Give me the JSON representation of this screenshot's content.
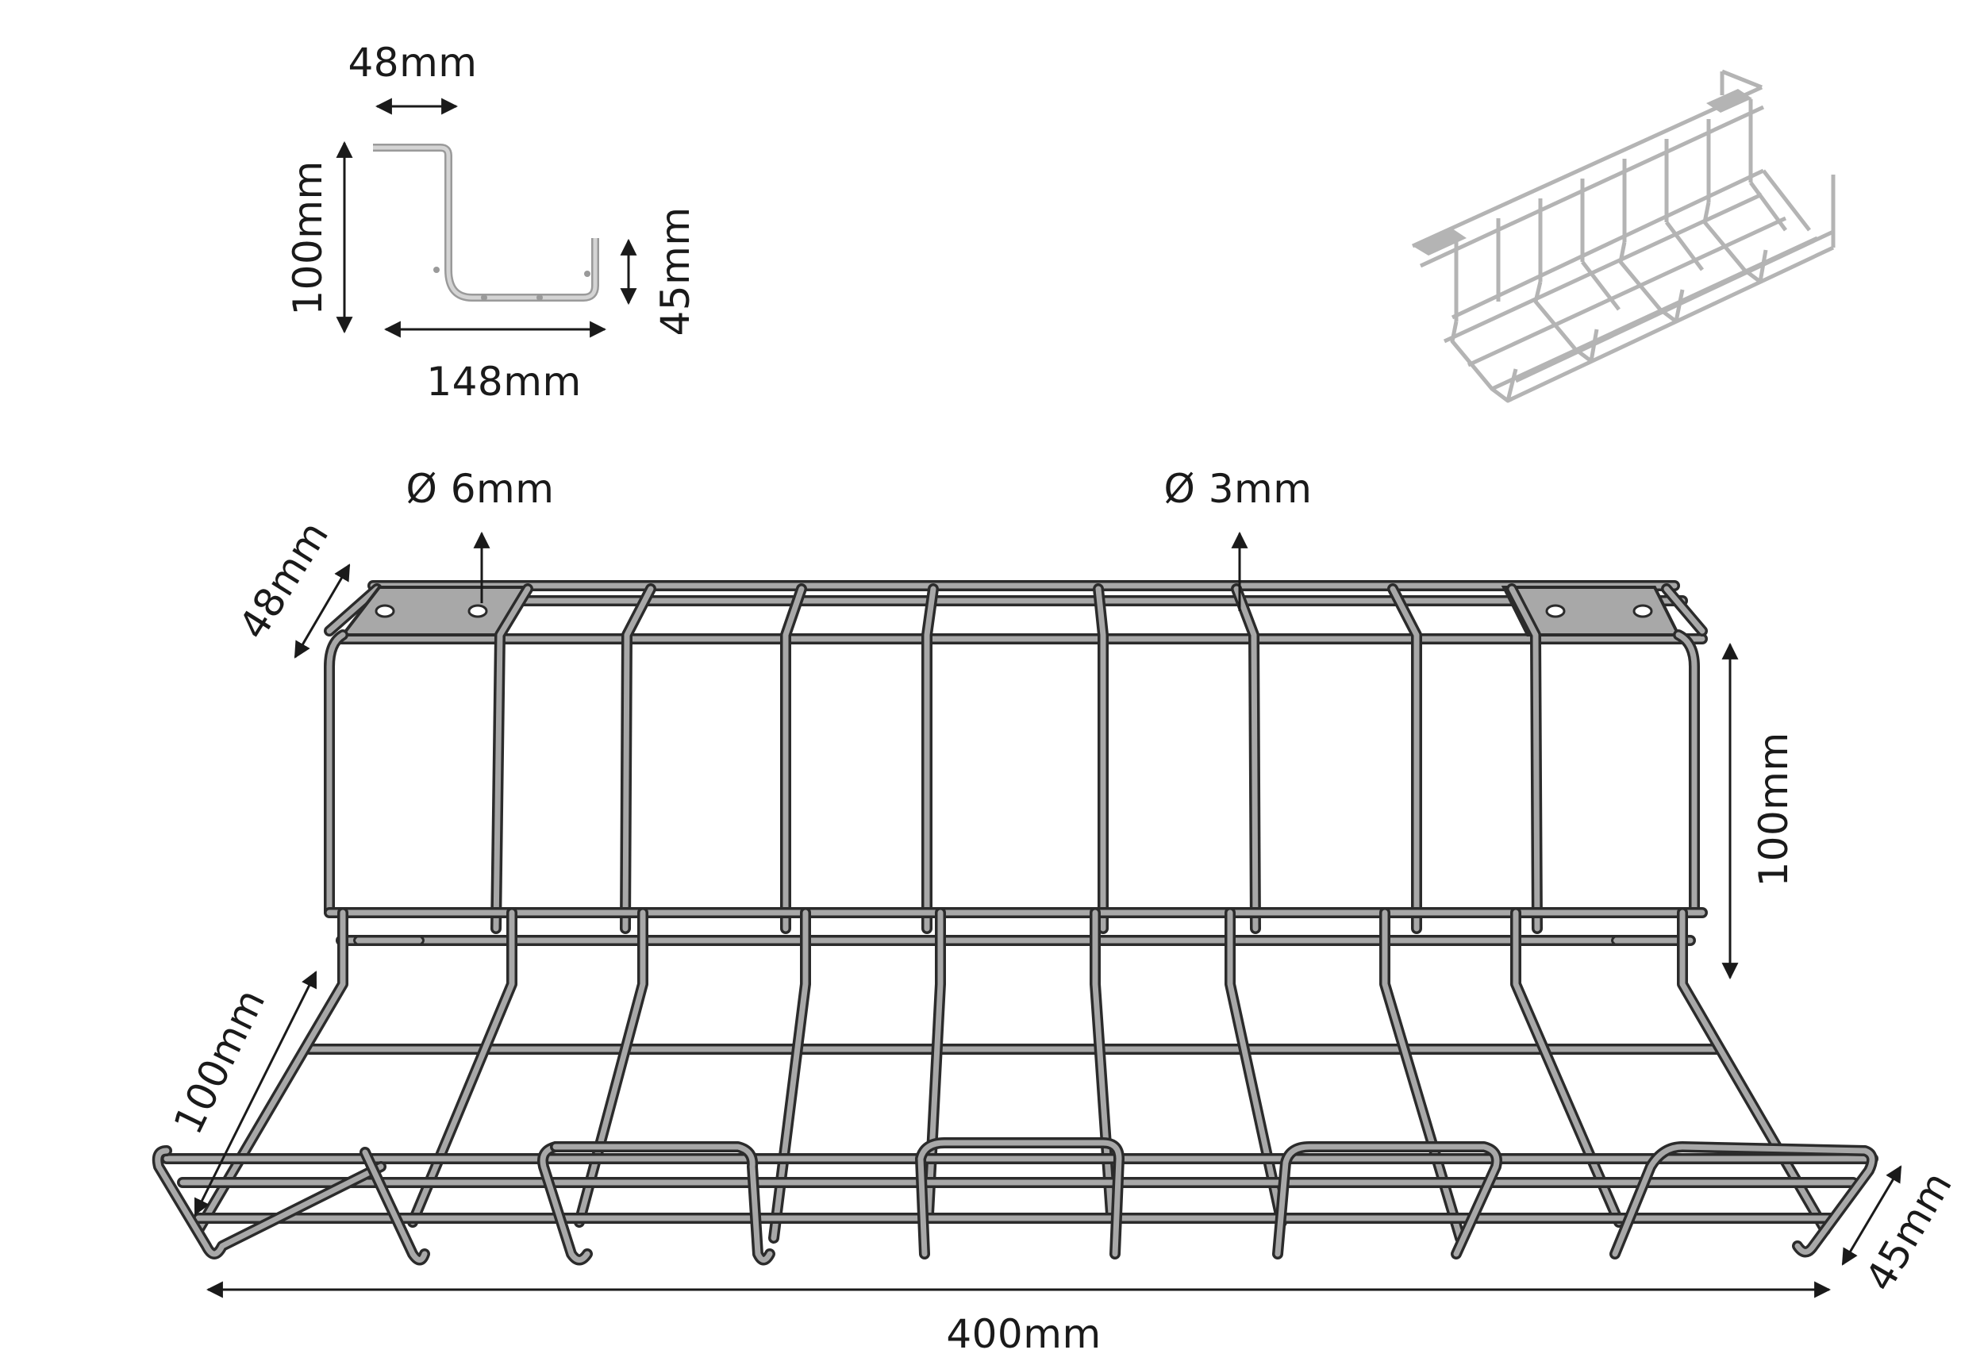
{
  "profile": {
    "top_width": "48mm",
    "height": "100mm",
    "lip_height": "45mm",
    "base_width": "148mm"
  },
  "main_view": {
    "hole_diameter": "Ø 6mm",
    "wire_diameter": "Ø 3mm",
    "bracket_depth": "48mm",
    "back_height": "100mm",
    "floor_depth": "100mm",
    "front_lip": "45mm",
    "length": "400mm"
  }
}
